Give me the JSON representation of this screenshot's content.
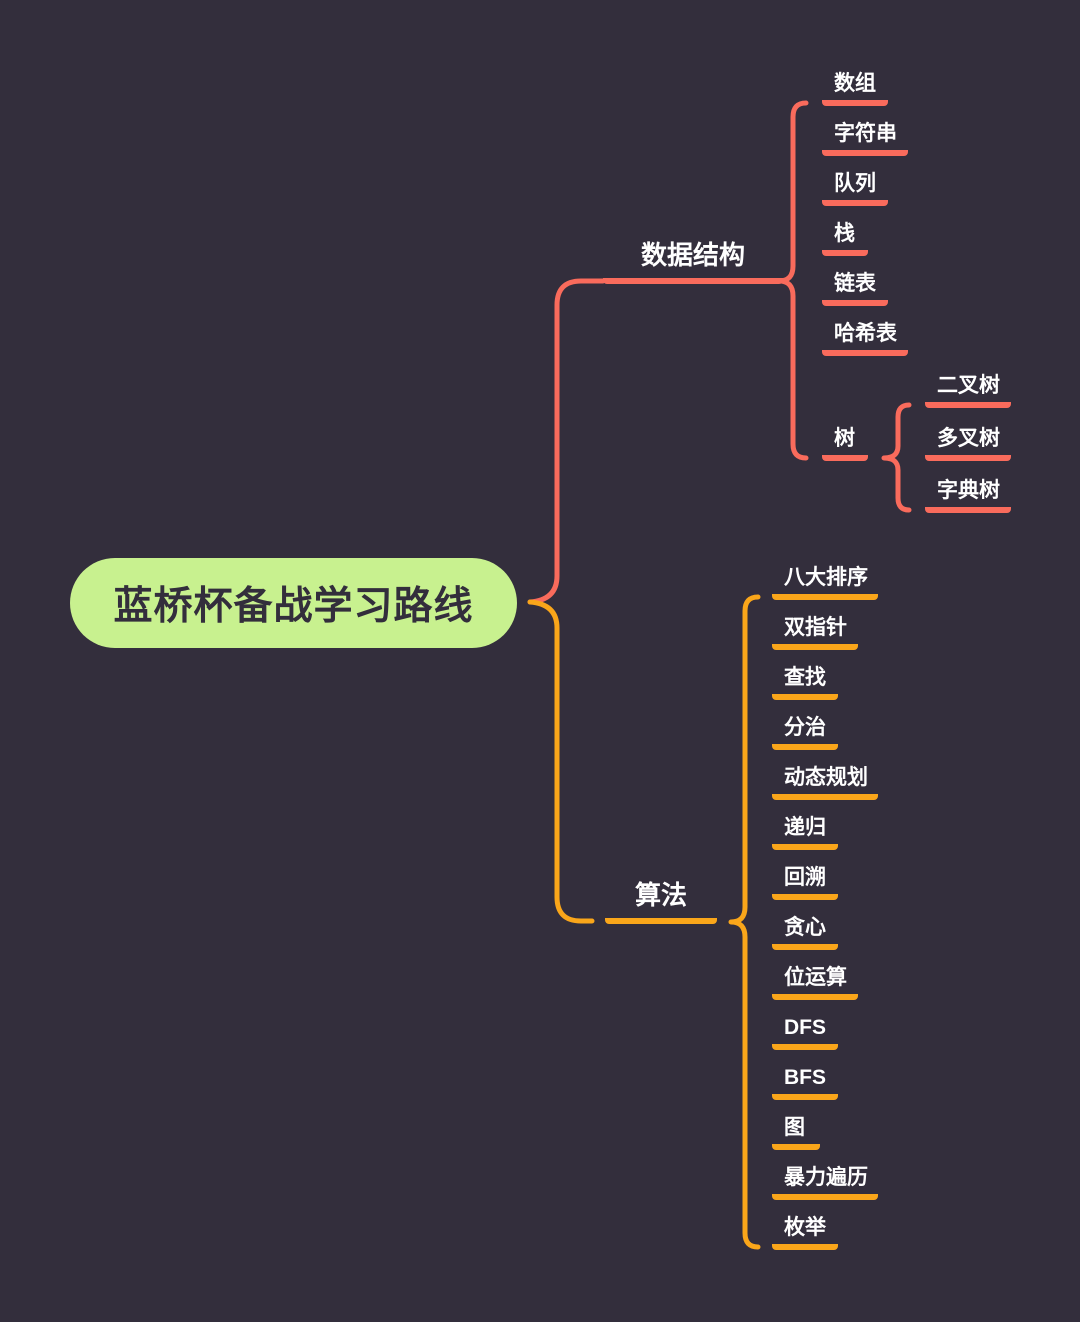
{
  "canvas": {
    "background": "#332E3C",
    "text_color": "#FFFFFF"
  },
  "root": {
    "label": "蓝桥杯备战学习路线",
    "background": "#C8F18F",
    "text_color": "#332E3C"
  },
  "branches": [
    {
      "label": "数据结构",
      "color": "#F96B5C",
      "children": [
        {
          "label": "数组"
        },
        {
          "label": "字符串"
        },
        {
          "label": "队列"
        },
        {
          "label": "栈"
        },
        {
          "label": "链表"
        },
        {
          "label": "哈希表"
        },
        {
          "label": "树",
          "children": [
            {
              "label": "二叉树"
            },
            {
              "label": "多叉树"
            },
            {
              "label": "字典树"
            }
          ]
        }
      ]
    },
    {
      "label": "算法",
      "color": "#FAA61A",
      "children": [
        {
          "label": "八大排序"
        },
        {
          "label": "双指针"
        },
        {
          "label": "查找"
        },
        {
          "label": "分治"
        },
        {
          "label": "动态规划"
        },
        {
          "label": "递归"
        },
        {
          "label": "回溯"
        },
        {
          "label": "贪心"
        },
        {
          "label": "位运算"
        },
        {
          "label": "DFS"
        },
        {
          "label": "BFS"
        },
        {
          "label": "图"
        },
        {
          "label": "暴力遍历"
        },
        {
          "label": "枚举"
        }
      ]
    }
  ]
}
